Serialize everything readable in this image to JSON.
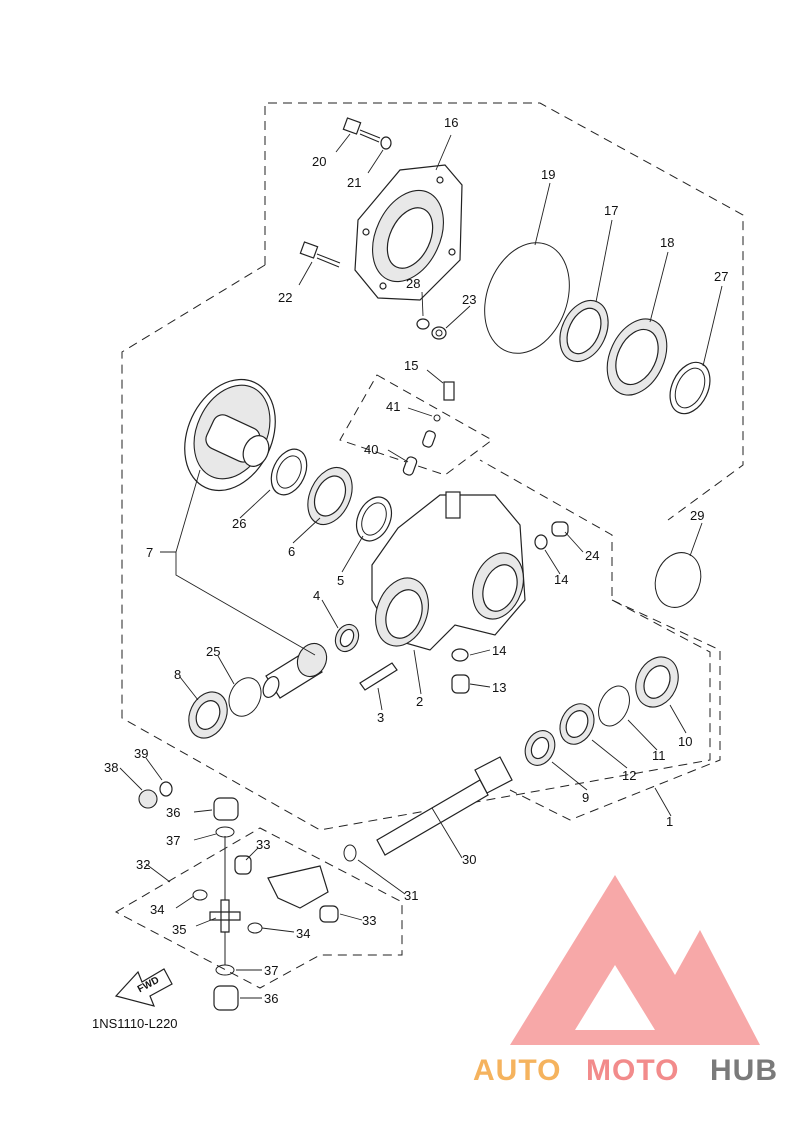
{
  "diagram_code": "1NS1110-L220",
  "fwd_label": "FWD",
  "watermark": {
    "text_a": "AUTO",
    "text_b": "MOTO",
    "text_c": "HUB",
    "color_a": "#f5b35e",
    "color_b": "#f28b8b",
    "color_c": "#7a7a7a",
    "logo_color": "#f7a3a3"
  },
  "callouts": [
    {
      "id": "c1",
      "label": "1"
    },
    {
      "id": "c2",
      "label": "2"
    },
    {
      "id": "c3",
      "label": "3"
    },
    {
      "id": "c4",
      "label": "4"
    },
    {
      "id": "c5",
      "label": "5"
    },
    {
      "id": "c6",
      "label": "6"
    },
    {
      "id": "c7",
      "label": "7"
    },
    {
      "id": "c8",
      "label": "8"
    },
    {
      "id": "c9",
      "label": "9"
    },
    {
      "id": "c10",
      "label": "10"
    },
    {
      "id": "c11",
      "label": "11"
    },
    {
      "id": "c12",
      "label": "12"
    },
    {
      "id": "c13",
      "label": "13"
    },
    {
      "id": "c14a",
      "label": "14"
    },
    {
      "id": "c14b",
      "label": "14"
    },
    {
      "id": "c15",
      "label": "15"
    },
    {
      "id": "c16",
      "label": "16"
    },
    {
      "id": "c17",
      "label": "17"
    },
    {
      "id": "c18",
      "label": "18"
    },
    {
      "id": "c19",
      "label": "19"
    },
    {
      "id": "c20",
      "label": "20"
    },
    {
      "id": "c21",
      "label": "21"
    },
    {
      "id": "c22",
      "label": "22"
    },
    {
      "id": "c23",
      "label": "23"
    },
    {
      "id": "c24",
      "label": "24"
    },
    {
      "id": "c25",
      "label": "25"
    },
    {
      "id": "c26",
      "label": "26"
    },
    {
      "id": "c27",
      "label": "27"
    },
    {
      "id": "c28",
      "label": "28"
    },
    {
      "id": "c29",
      "label": "29"
    },
    {
      "id": "c30",
      "label": "30"
    },
    {
      "id": "c31",
      "label": "31"
    },
    {
      "id": "c32",
      "label": "32"
    },
    {
      "id": "c33a",
      "label": "33"
    },
    {
      "id": "c33b",
      "label": "33"
    },
    {
      "id": "c34a",
      "label": "34"
    },
    {
      "id": "c34b",
      "label": "34"
    },
    {
      "id": "c35",
      "label": "35"
    },
    {
      "id": "c36a",
      "label": "36"
    },
    {
      "id": "c36b",
      "label": "36"
    },
    {
      "id": "c37a",
      "label": "37"
    },
    {
      "id": "c37b",
      "label": "37"
    },
    {
      "id": "c38",
      "label": "38"
    },
    {
      "id": "c39",
      "label": "39"
    },
    {
      "id": "c40",
      "label": "40"
    },
    {
      "id": "c41",
      "label": "41"
    }
  ]
}
